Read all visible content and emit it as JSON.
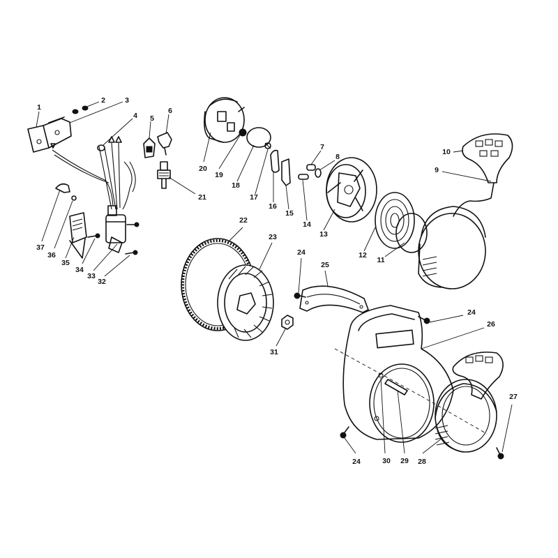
{
  "callouts": [
    {
      "id": "1",
      "text": "1"
    },
    {
      "id": "2",
      "text": "2"
    },
    {
      "id": "3",
      "text": "3"
    },
    {
      "id": "4",
      "text": "4"
    },
    {
      "id": "5",
      "text": "5"
    },
    {
      "id": "6",
      "text": "6"
    },
    {
      "id": "7",
      "text": "7"
    },
    {
      "id": "8",
      "text": "8"
    },
    {
      "id": "9",
      "text": "9"
    },
    {
      "id": "10",
      "text": "10"
    },
    {
      "id": "11",
      "text": "11"
    },
    {
      "id": "12",
      "text": "12"
    },
    {
      "id": "13",
      "text": "13"
    },
    {
      "id": "14",
      "text": "14"
    },
    {
      "id": "15",
      "text": "15"
    },
    {
      "id": "16",
      "text": "16"
    },
    {
      "id": "17",
      "text": "17"
    },
    {
      "id": "18",
      "text": "18"
    },
    {
      "id": "19",
      "text": "19"
    },
    {
      "id": "20",
      "text": "20"
    },
    {
      "id": "21",
      "text": "21"
    },
    {
      "id": "22",
      "text": "22"
    },
    {
      "id": "23",
      "text": "23"
    },
    {
      "id": "24a",
      "text": "24"
    },
    {
      "id": "25",
      "text": "25"
    },
    {
      "id": "24b",
      "text": "24"
    },
    {
      "id": "26",
      "text": "26"
    },
    {
      "id": "27",
      "text": "27"
    },
    {
      "id": "24c",
      "text": "24"
    },
    {
      "id": "28",
      "text": "28"
    },
    {
      "id": "29",
      "text": "29"
    },
    {
      "id": "30",
      "text": "30"
    },
    {
      "id": "31",
      "text": "31"
    },
    {
      "id": "32",
      "text": "32"
    },
    {
      "id": "33",
      "text": "33"
    },
    {
      "id": "34",
      "text": "34"
    },
    {
      "id": "35",
      "text": "35"
    },
    {
      "id": "36",
      "text": "36"
    },
    {
      "id": "37",
      "text": "37"
    }
  ]
}
